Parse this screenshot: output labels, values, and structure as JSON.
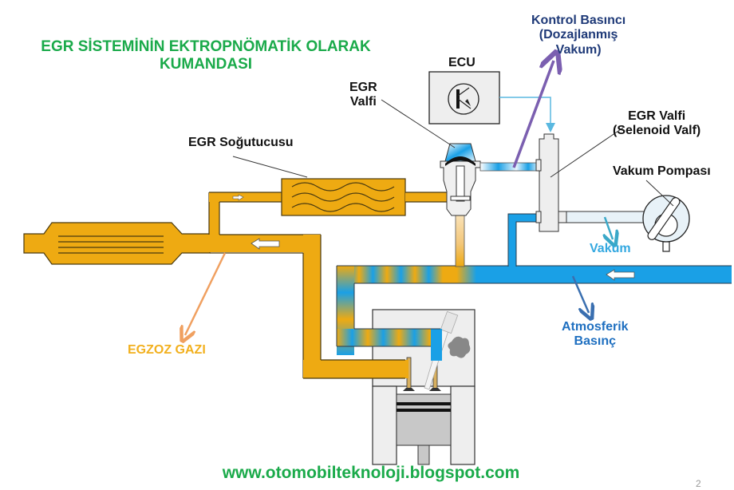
{
  "title": {
    "line1": "EGR SİSTEMİNİN EKTROPNÖMATİK OLARAK",
    "line2": "KUMANDASI"
  },
  "labels": {
    "ecu": "ECU",
    "egr_valve_line1": "EGR",
    "egr_valve_line2": "Valfi",
    "egr_cooler": "EGR Soğutucusu",
    "control_pressure_line1": "Kontrol Basıncı",
    "control_pressure_line2": "(Dozajlanmış",
    "control_pressure_line3": "Vakum)",
    "solenoid_line1": "EGR Valfi",
    "solenoid_line2": "(Selenoid Valf)",
    "vacuum_pump": "Vakum Pompası",
    "vacuum": "Vakum",
    "atmospheric_line1": "Atmosferik",
    "atmospheric_line2": "Basınç",
    "exhaust_gas": "EGZOZ GAZI"
  },
  "footer": {
    "url": "www.otomobilteknoloji.blogspot.com",
    "page_number": "2"
  },
  "colors": {
    "exhaust": "#eeaa12",
    "air": "#1aa0e6",
    "title_green": "#1aaa4a",
    "control_arrow": "#7b5fb0",
    "exhaust_arrow": "#f0a060",
    "atm_arrow": "#3a6fb0",
    "vac_arrow": "#3aa8c8"
  }
}
